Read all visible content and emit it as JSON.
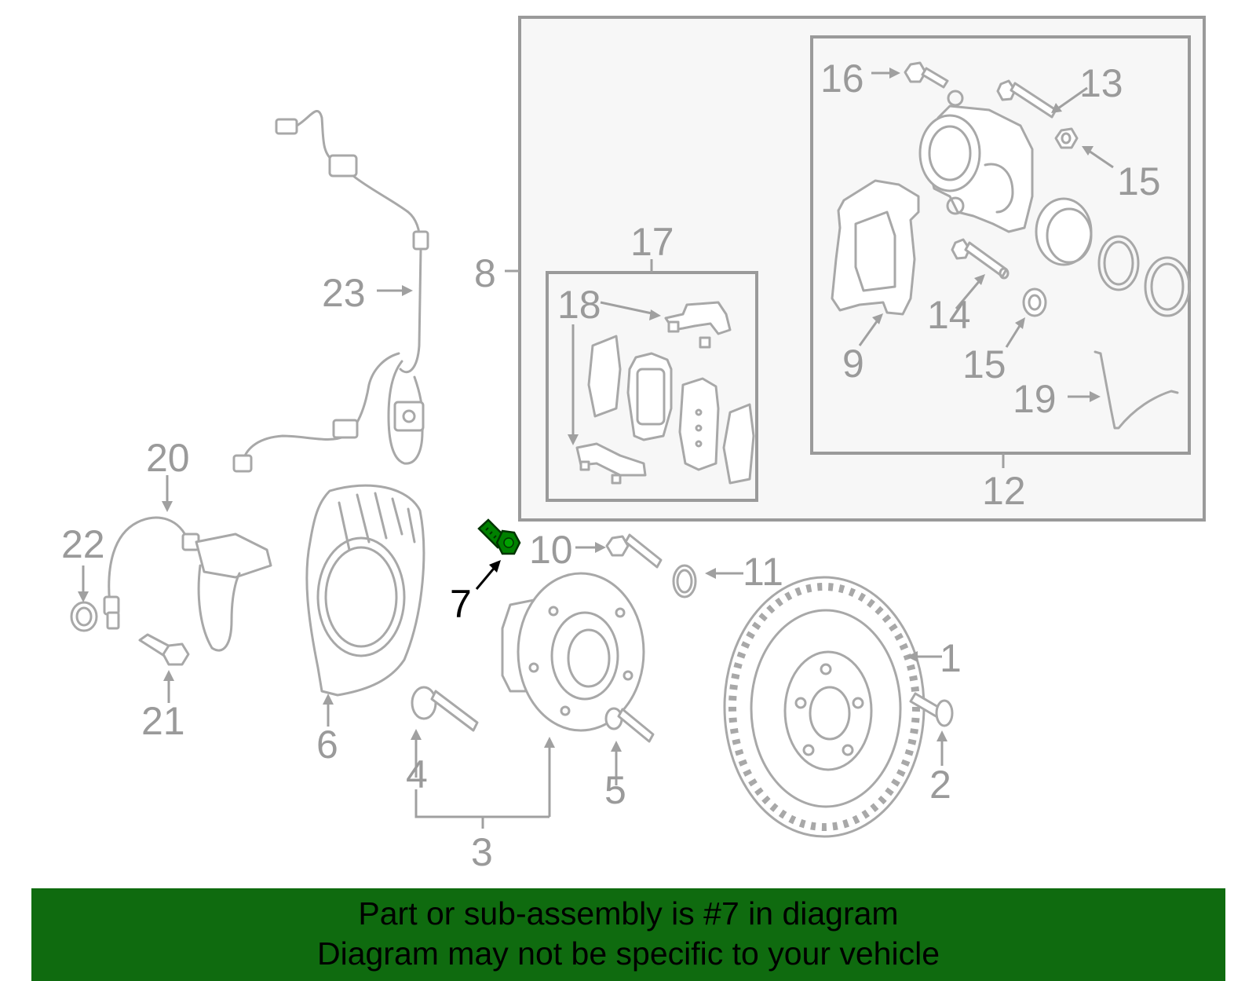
{
  "callouts": {
    "c1": "1",
    "c2": "2",
    "c3": "3",
    "c4": "4",
    "c5": "5",
    "c6": "6",
    "c7": "7",
    "c8": "8",
    "c9": "9",
    "c10": "10",
    "c11": "11",
    "c12": "12",
    "c13": "13",
    "c14": "14",
    "c15a": "15",
    "c15b": "15",
    "c16": "16",
    "c17": "17",
    "c18": "18",
    "c19": "19",
    "c20": "20",
    "c21": "21",
    "c22": "22",
    "c23": "23"
  },
  "highlight": {
    "part": "7",
    "color": "#008000"
  },
  "colors": {
    "banner_bg": "#0f6b0f",
    "line": "#a8a8a8",
    "panel_bg": "#f7f7f7"
  },
  "banner": {
    "line1": "Part or sub-assembly is #7 in diagram",
    "line2": "Diagram may not be specific to your vehicle"
  }
}
